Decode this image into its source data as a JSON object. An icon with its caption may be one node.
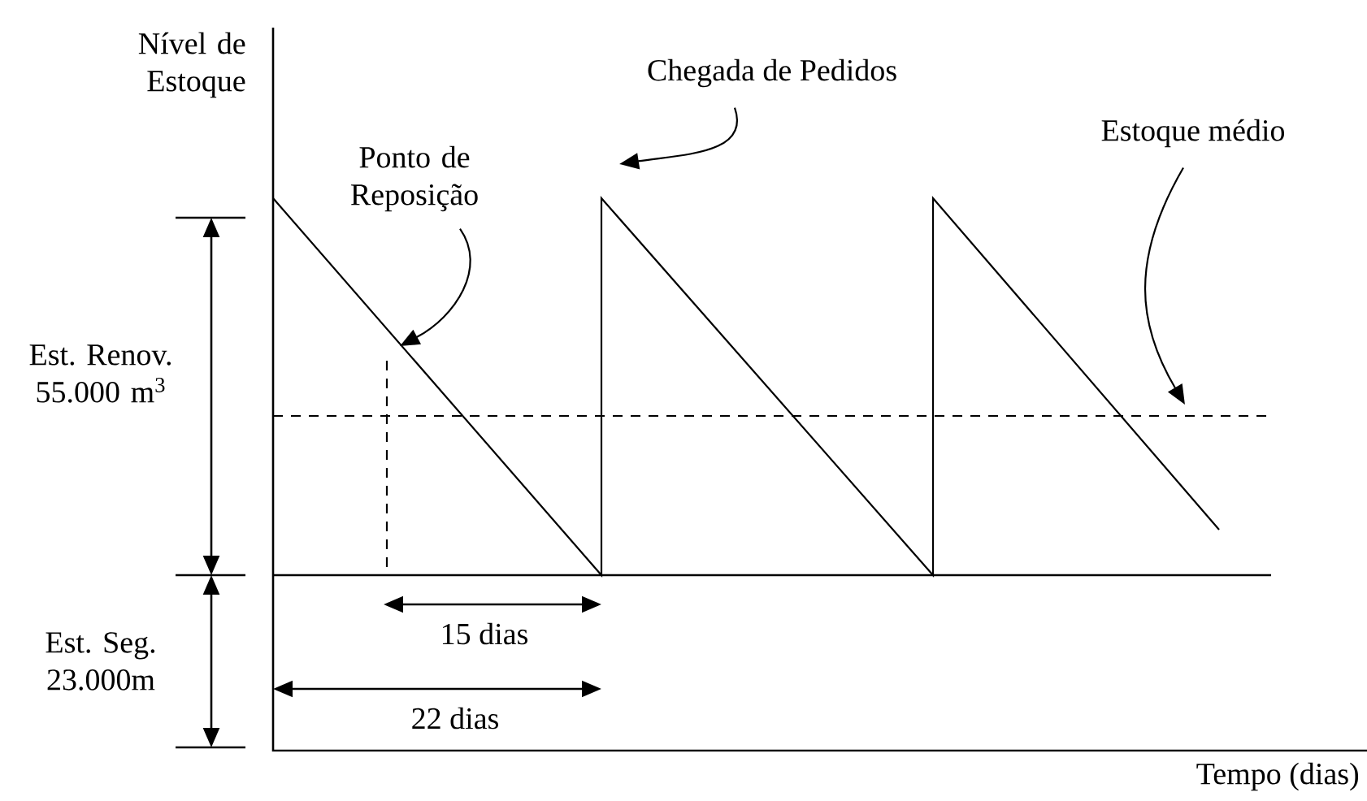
{
  "diagram": {
    "nodes": [
      {
        "text": [
          "Ponto de Reposição"
        ]
      },
      {
        "text": [
          "Chegada de Pedidos"
        ]
      },
      {
        "text": [
          "Estoque médio"
        ]
      }
    ],
    "edges": [
      {
        "from": 0,
        "to": null,
        "arrow": "to"
      },
      {
        "from": 1,
        "to": null,
        "arrow": "to"
      },
      {
        "from": 2,
        "to": null,
        "arrow": "to"
      }
    ],
    "labels": [
      "Nível de Estoque",
      "Est. Renov. 55.000 m$^{3}$",
      "Est. Seg. 23.000m",
      "15 dias",
      "22 dias",
      "Tempo (dias)"
    ]
  }
}
